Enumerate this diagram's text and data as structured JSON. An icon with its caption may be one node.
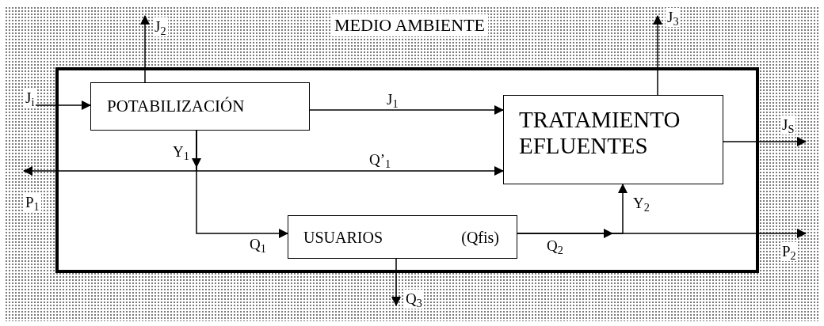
{
  "diagram": {
    "nodes": [
      {
        "text": [
          "MEDIO AMBIENTE"
        ]
      },
      {
        "text": [],
        "shape": "box",
        "in": 0
      },
      {
        "text": [
          "POTABILIZACIÓN"
        ],
        "in": 1
      },
      {
        "text": [
          "TRATAMIENTO EFLUENTES"
        ],
        "in": 1
      },
      {
        "text": [
          "USUARIOS",
          "(Qfis)"
        ],
        "in": 1
      }
    ],
    "edges": [
      {
        "from": null,
        "to": 2,
        "arrow": "to",
        "label": "J$_{i}$"
      },
      {
        "from": 2,
        "to": null,
        "arrow": "to",
        "label": "J$_{2}$"
      },
      {
        "from": 2,
        "to": 3,
        "arrow": "to",
        "label": "J$_{1}$"
      },
      {
        "from": 2,
        "to": 3,
        "arrow": "to",
        "label": "Q’$_{1}$"
      },
      {
        "from": 2,
        "to": null,
        "arrow": "to",
        "label": "P$_{1}$"
      },
      {
        "from": 2,
        "to": 4,
        "arrow": "to",
        "label": "Q$_{1}$"
      },
      {
        "from": 3,
        "to": null,
        "arrow": "to",
        "label": "J$_{3}$"
      },
      {
        "from": 3,
        "to": null,
        "arrow": "to",
        "label": "J$_{S}$"
      },
      {
        "from": 4,
        "to": 3,
        "arrow": "to",
        "label": "Y$_{2}$"
      },
      {
        "from": 4,
        "to": null,
        "arrow": "to",
        "label": "P$_{2}$"
      },
      {
        "from": 4,
        "to": null,
        "arrow": "to",
        "label": "Q$_{3}$"
      }
    ],
    "labels": [
      "Y$_{1}$",
      "Q$_{2}$"
    ]
  }
}
